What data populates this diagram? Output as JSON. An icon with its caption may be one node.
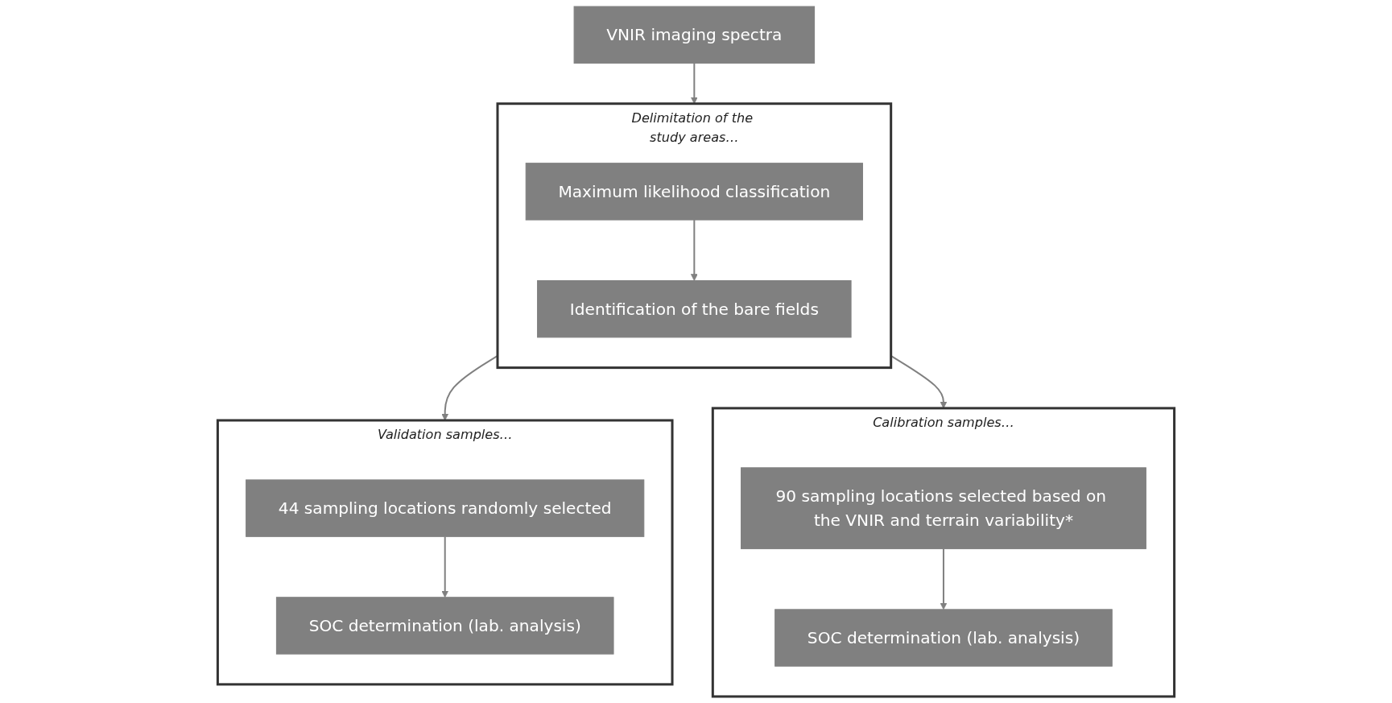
{
  "diagram": {
    "nodes": [
      {
        "text": [
          "VNIR imaging spectra"
        ]
      },
      {
        "text": [
          "Delimitation of the study areas…"
        ]
      },
      {
        "text": [
          "Maximum likelihood classification"
        ],
        "in": 1
      },
      {
        "text": [
          "Identification of the bare fields"
        ],
        "in": 1
      },
      {
        "text": [
          "Validation samples…"
        ]
      },
      {
        "text": [
          "44 sampling locations randomly selected"
        ],
        "in": 4
      },
      {
        "text": [
          "SOC determination (lab. analysis)"
        ],
        "in": 4
      },
      {
        "text": [
          "Calibration samples…"
        ]
      },
      {
        "text": [
          "90 sampling locations selected based on the VNIR and terrain variability*"
        ],
        "in": 7
      },
      {
        "text": [
          "SOC determination (lab. analysis)"
        ],
        "in": 7
      }
    ],
    "edges": [
      {
        "from": 0,
        "to": 1,
        "arrow": "to"
      },
      {
        "from": 2,
        "to": 3,
        "arrow": "to"
      },
      {
        "from": 1,
        "to": 4,
        "arrow": "to"
      },
      {
        "from": 5,
        "to": 6,
        "arrow": "to"
      },
      {
        "from": 1,
        "to": 7,
        "arrow": "to"
      },
      {
        "from": 8,
        "to": 9,
        "arrow": "to"
      }
    ]
  }
}
